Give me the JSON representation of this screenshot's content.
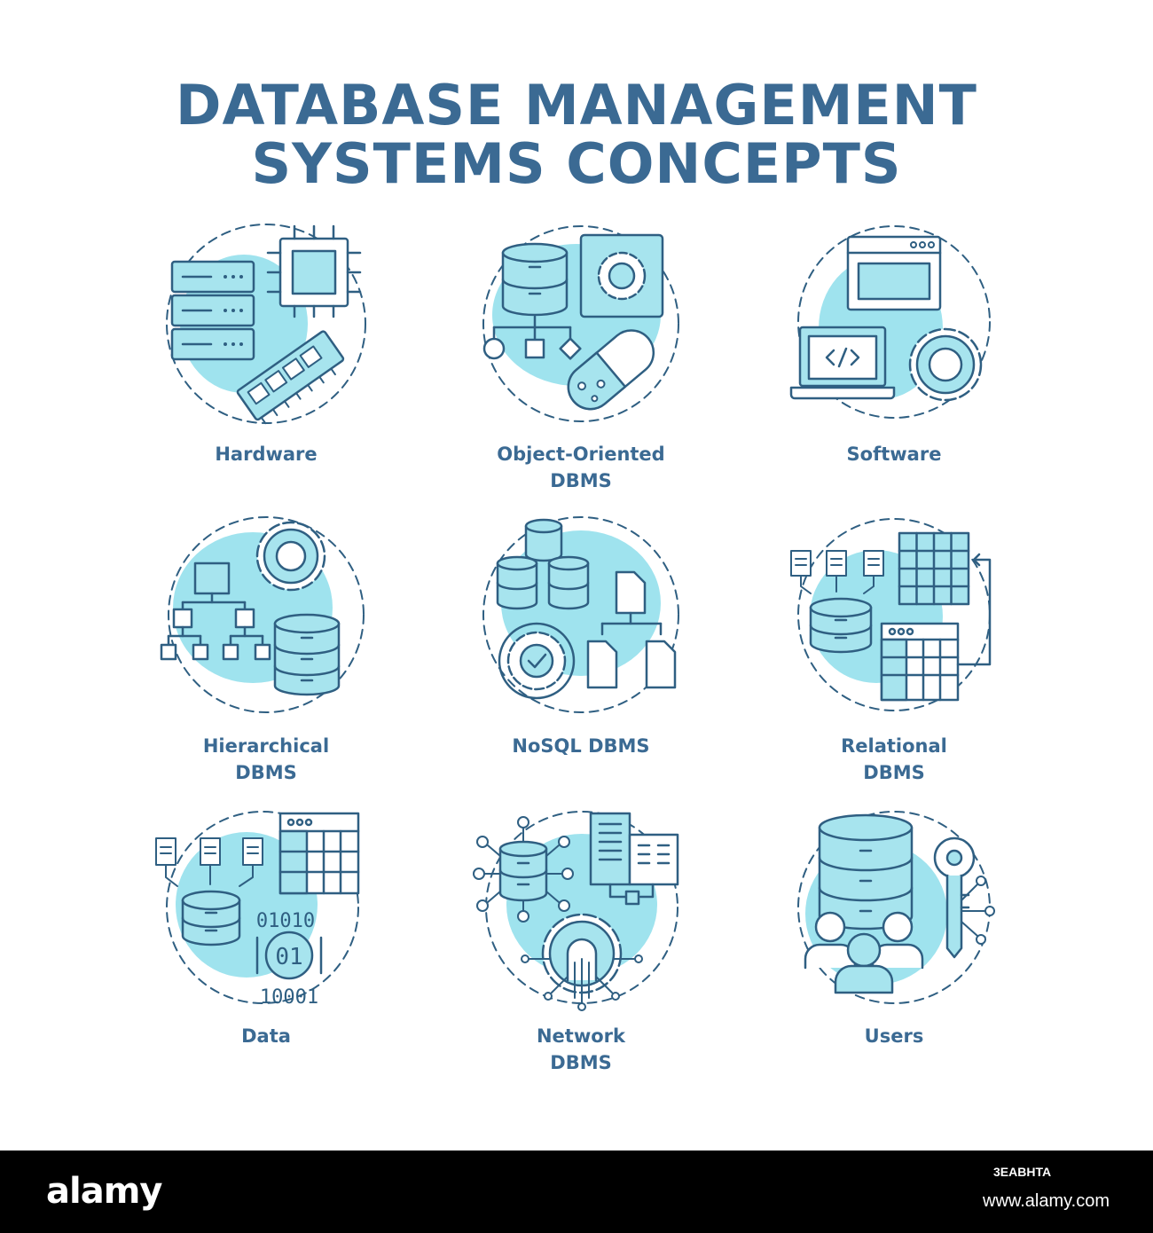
{
  "title": {
    "line1": "DATABASE MANAGEMENT",
    "line2": "SYSTEMS CONCEPTS"
  },
  "colors": {
    "title": "#3b6a93",
    "stroke": "#2f5f82",
    "fill": "#a7e4ee",
    "blob": "#9fe3ee",
    "label": "#3b6a93"
  },
  "concepts": [
    {
      "id": "hardware",
      "icon": "server-chip-ram-icon",
      "label_lines": [
        "Hardware"
      ]
    },
    {
      "id": "object-oriented",
      "icon": "database-gear-flow-icon",
      "label_lines": [
        "Object-Oriented",
        "DBMS"
      ]
    },
    {
      "id": "software",
      "icon": "browser-laptop-gear-icon",
      "label_lines": [
        "Software"
      ]
    },
    {
      "id": "hierarchical",
      "icon": "hierarchy-database-icon",
      "label_lines": [
        "Hierarchical",
        "DBMS"
      ]
    },
    {
      "id": "nosql",
      "icon": "databases-files-gear-icon",
      "label_lines": [
        "NoSQL DBMS"
      ]
    },
    {
      "id": "relational",
      "icon": "documents-tables-database-icon",
      "label_lines": [
        "Relational",
        "DBMS"
      ]
    },
    {
      "id": "data",
      "icon": "binary-database-table-icon",
      "label_lines": [
        "Data"
      ]
    },
    {
      "id": "network",
      "icon": "network-database-gear-icon",
      "label_lines": [
        "Network",
        "DBMS"
      ]
    },
    {
      "id": "users",
      "icon": "database-key-users-icon",
      "label_lines": [
        "Users"
      ]
    }
  ],
  "binary_text": {
    "row1": "01010",
    "center": "01",
    "row3": "10001"
  },
  "footer": {
    "logo": "alamy",
    "image_id": "3EABHTA",
    "url": "www.alamy.com"
  }
}
